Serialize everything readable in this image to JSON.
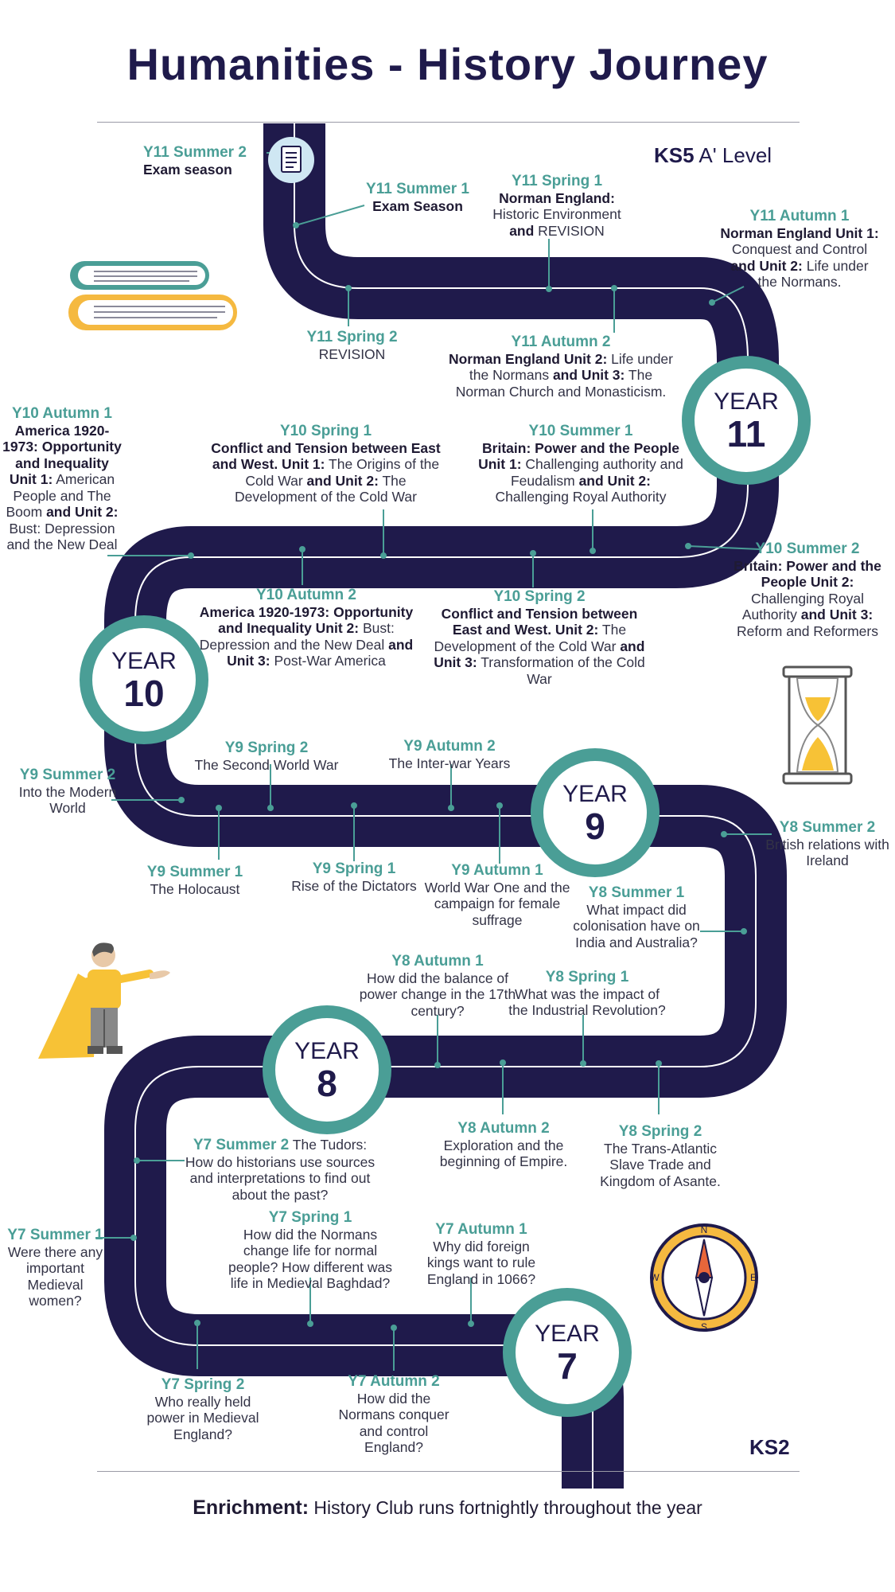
{
  "title": "Humanities - History Journey",
  "ks5": {
    "bold": "KS5",
    "rest": " A' Level"
  },
  "ks2": "KS2",
  "years": {
    "y11": {
      "word": "YEAR",
      "num": "11"
    },
    "y10": {
      "word": "YEAR",
      "num": "10"
    },
    "y9": {
      "word": "YEAR",
      "num": "9"
    },
    "y8": {
      "word": "YEAR",
      "num": "8"
    },
    "y7": {
      "word": "YEAR",
      "num": "7"
    }
  },
  "labels": {
    "y11s2": {
      "h": "Y11 Summer 2",
      "t": "Exam season"
    },
    "y11s1": {
      "h": "Y11 Summer 1",
      "t": "Exam Season"
    },
    "y11sp1": {
      "h": "Y11 Spring 1",
      "t1": "Norman England:",
      "t2": "Historic Environment",
      "t3a": "and",
      "t3b": " REVISION"
    },
    "y11a1": {
      "h": "Y11 Autumn 1",
      "t1": "Norman England Unit 1:",
      "t2": " Conquest and Control ",
      "t3": "and Unit 2:",
      "t4": " Life under the Normans."
    },
    "y11sp2": {
      "h": "Y11 Spring 2",
      "t": "REVISION"
    },
    "y11a2": {
      "h": "Y11 Autumn 2",
      "t1": "Norman England Unit 2:",
      "t2": "  Life under the Normans ",
      "t3": "and Unit 3:",
      "t4": " The Norman Church and Monasticism."
    },
    "y10a1": {
      "h": "Y10 Autumn 1",
      "t1": "America 1920-1973: Opportunity and Inequality Unit 1:",
      "t2": " American People and The Boom ",
      "t3": "and Unit 2:",
      "t4": " Bust: Depression and the New Deal"
    },
    "y10sp1": {
      "h": "Y10 Spring 1",
      "t1": "Conflict and Tension between East and West. Unit 1:",
      "t2": " The Origins of the Cold War ",
      "t3": "and Unit 2:",
      "t4": " The Development of the Cold War"
    },
    "y10s1": {
      "h": "Y10 Summer 1",
      "t1": "Britain: Power and the People Unit 1:",
      "t2": " Challenging authority and Feudalism ",
      "t3": "and Unit 2:",
      "t4": " Challenging Royal Authority"
    },
    "y10s2": {
      "h": "Y10 Summer 2",
      "t1": "Britain: Power and the People Unit 2:",
      "t2": " Challenging Royal Authority ",
      "t3": "and Unit 3:",
      "t4": " Reform and Reformers"
    },
    "y10a2": {
      "h": "Y10 Autumn 2",
      "t1": "America 1920-1973: Opportunity and Inequality Unit 2:",
      "t2": " Bust: Depression and the New Deal ",
      "t3": "and Unit 3:",
      "t4": " Post-War America"
    },
    "y10sp2": {
      "h": "Y10 Spring 2",
      "t1": "Conflict and Tension between East and West. Unit 2:",
      "t2": " The Development of the Cold War ",
      "t3": "and Unit 3:",
      "t4": " Transformation of the Cold War"
    },
    "y9sp2": {
      "h": "Y9 Spring 2",
      "t": "The Second World War"
    },
    "y9a2": {
      "h": "Y9 Autumn 2",
      "t": "The Inter-war Years"
    },
    "y9s2": {
      "h": "Y9 Summer 2",
      "t": "Into the Modern World"
    },
    "y9s1": {
      "h": "Y9 Summer 1",
      "t": "The Holocaust"
    },
    "y9sp1": {
      "h": "Y9 Spring 1",
      "t": "Rise of the Dictators"
    },
    "y9a1": {
      "h": "Y9 Autumn 1",
      "t": "World War One and the campaign for female suffrage"
    },
    "y8s2": {
      "h": "Y8 Summer 2",
      "t": "British relations with Ireland"
    },
    "y8s1": {
      "h": "Y8 Summer 1",
      "t": "What impact did colonisation have on India and Australia?"
    },
    "y8a1": {
      "h": "Y8 Autumn 1",
      "t": "How did the balance of power change in the 17th century?"
    },
    "y8sp1": {
      "h": "Y8 Spring 1",
      "t": "What was the impact of the Industrial Revolution?"
    },
    "y8a2": {
      "h": "Y8 Autumn 2",
      "t": "Exploration and the beginning of Empire."
    },
    "y8sp2": {
      "h": "Y8 Spring 2",
      "t": "The Trans-Atlantic Slave Trade and Kingdom of Asante."
    },
    "y7s2": {
      "h": "Y7 Summer 2",
      "t1": " The Tudors:",
      "t2": "How do historians use sources and interpretations to find out about the past?"
    },
    "y7sp1": {
      "h": "Y7 Spring 1",
      "t": "How did the Normans change life for normal people? How different was life in Medieval Baghdad?"
    },
    "y7a1": {
      "h": "Y7 Autumn 1",
      "t": "Why did foreign kings want to rule England in 1066?"
    },
    "y7s1": {
      "h": "Y7 Summer 1",
      "t": "Were there any important Medieval women?"
    },
    "y7sp2": {
      "h": "Y7 Spring 2",
      "t": "Who really held power in Medieval England?"
    },
    "y7a2": {
      "h": "Y7 Autumn 2",
      "t": "How did the Normans conquer and control England?"
    }
  },
  "enrichment": {
    "bold": "Enrichment:",
    "text": " History Club runs fortnightly throughout the year"
  },
  "colors": {
    "road": "#1f1a4b",
    "accent": "#4a9e96",
    "yellow": "#f7c236"
  },
  "icons": [
    "exam-sheet-icon",
    "books-icon",
    "hourglass-icon",
    "historian-figure-icon",
    "compass-icon"
  ]
}
